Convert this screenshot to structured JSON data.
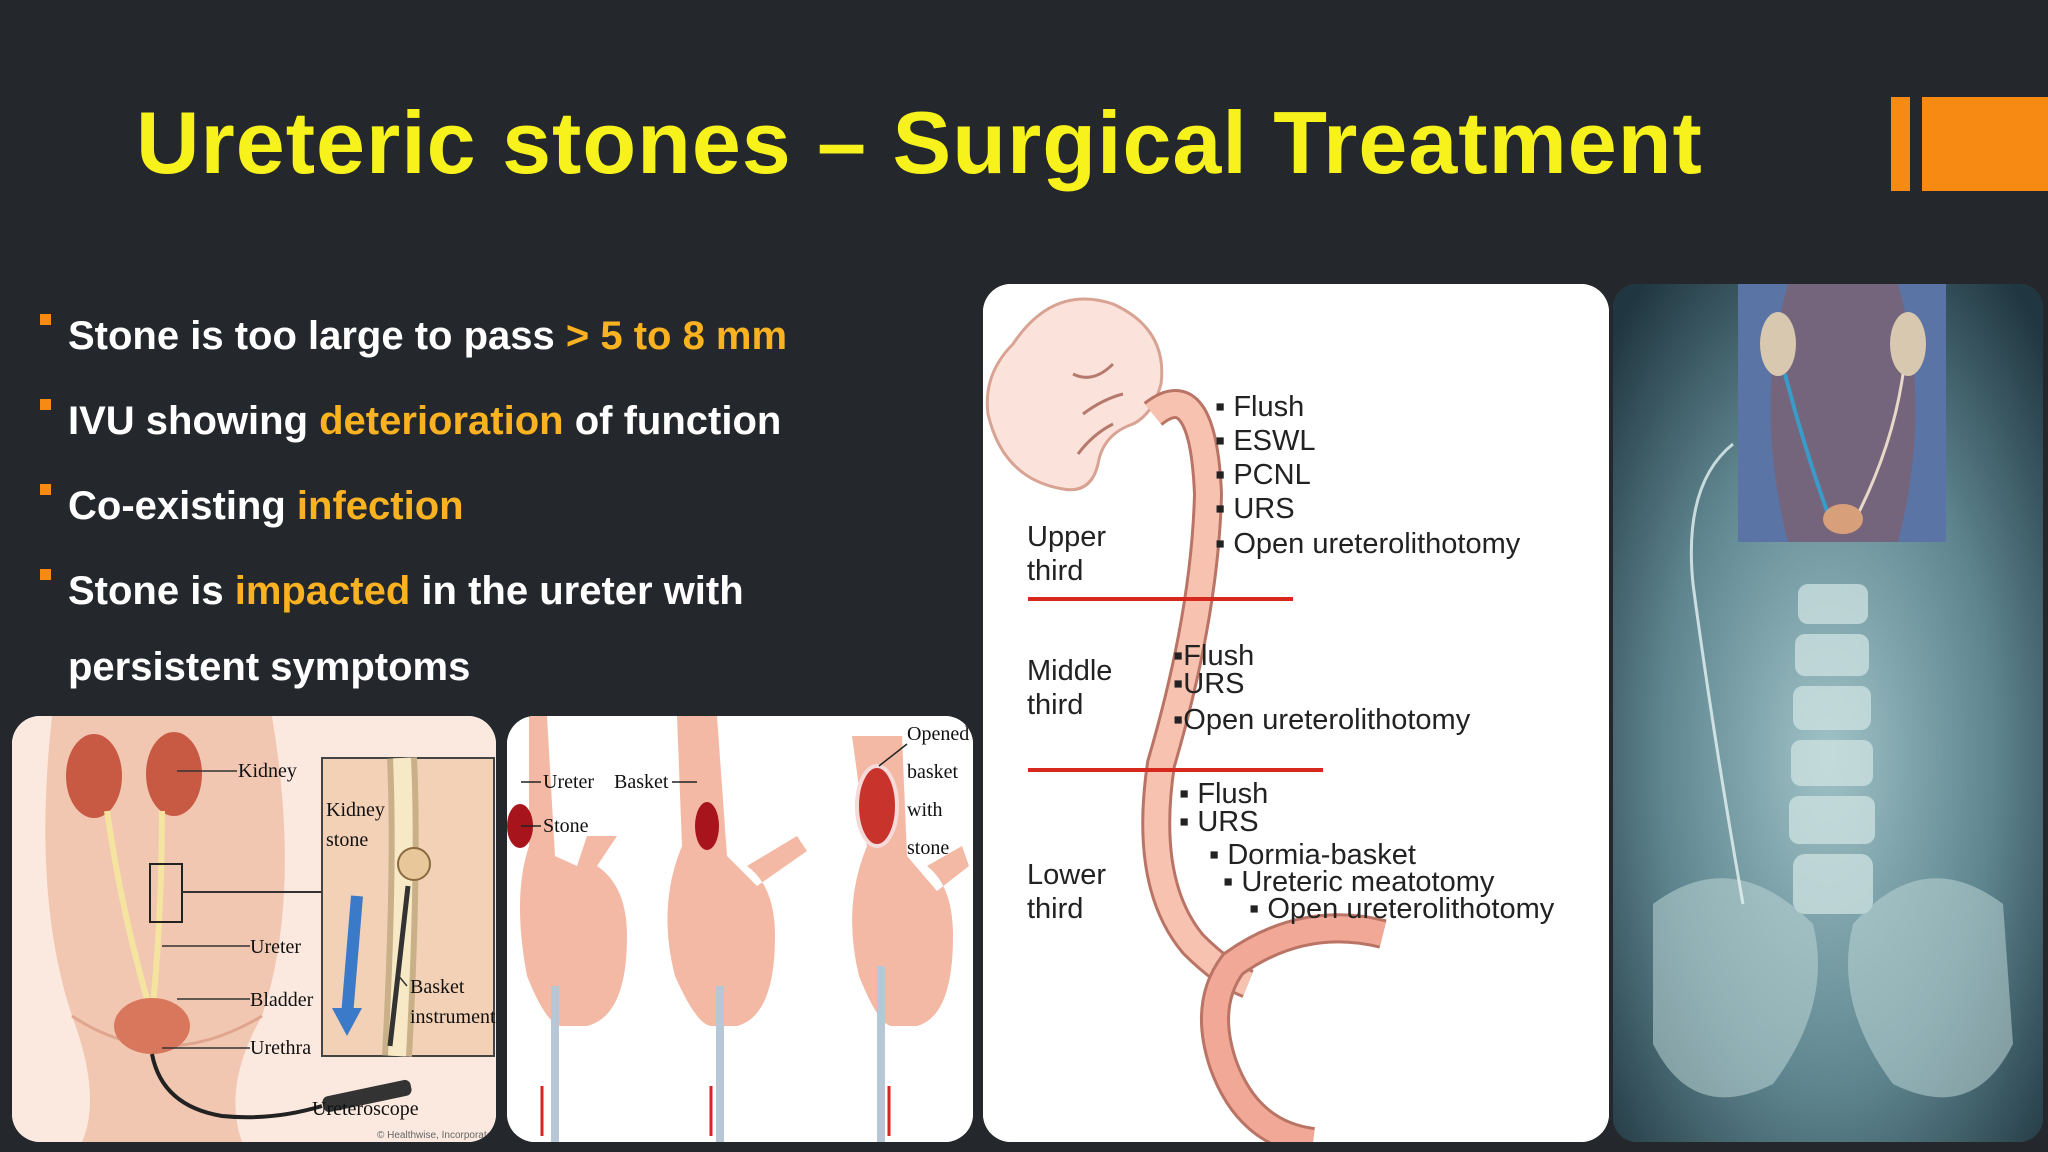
{
  "slide": {
    "title": "Ureteric stones – Surgical Treatment",
    "accent_color": "#f68a12",
    "title_color": "#f7f21c",
    "highlight_color": "#fbb221",
    "background": "#24282d"
  },
  "bullets": [
    {
      "pre": "Stone is too large to pass  ",
      "hl": "> 5 to 8 mm",
      "post": ""
    },
    {
      "pre": "IVU showing ",
      "hl": "deterioration",
      "post": " of function"
    },
    {
      "pre": "Co-existing ",
      "hl": "infection",
      "post": ""
    },
    {
      "pre": "Stone is ",
      "hl": "impacted",
      "post": " in the ureter with",
      "line2": "persistent symptoms"
    }
  ],
  "figure1": {
    "kidney": "Kidney",
    "kidney_stone_1": "Kidney",
    "kidney_stone_2": "stone",
    "ureter": "Ureter",
    "bladder": "Bladder",
    "urethra": "Urethra",
    "basket_1": "Basket",
    "basket_2": "instrument",
    "ureteroscope": "Ureteroscope",
    "credit": "© Healthwise, Incorporated"
  },
  "figure2": {
    "ureter": "Ureter",
    "stone": "Stone",
    "basket": "Basket",
    "opened_1": "Opened",
    "opened_2": "basket",
    "opened_3": "with",
    "opened_4": "stone"
  },
  "figure3": {
    "upper_1": "Upper",
    "upper_2": "third",
    "middle_1": "Middle",
    "middle_2": "third",
    "lower_1": "Lower",
    "lower_2": "third",
    "upper_list": [
      "Flush",
      "ESWL",
      "PCNL",
      "URS",
      "Open ureterolithotomy"
    ],
    "middle_list": [
      "Flush",
      "URS",
      "Open ureterolithotomy"
    ],
    "lower_list": [
      "Flush",
      "URS",
      "Dormia-basket",
      "Ureteric meatotomy",
      "Open ureterolithotomy"
    ]
  }
}
